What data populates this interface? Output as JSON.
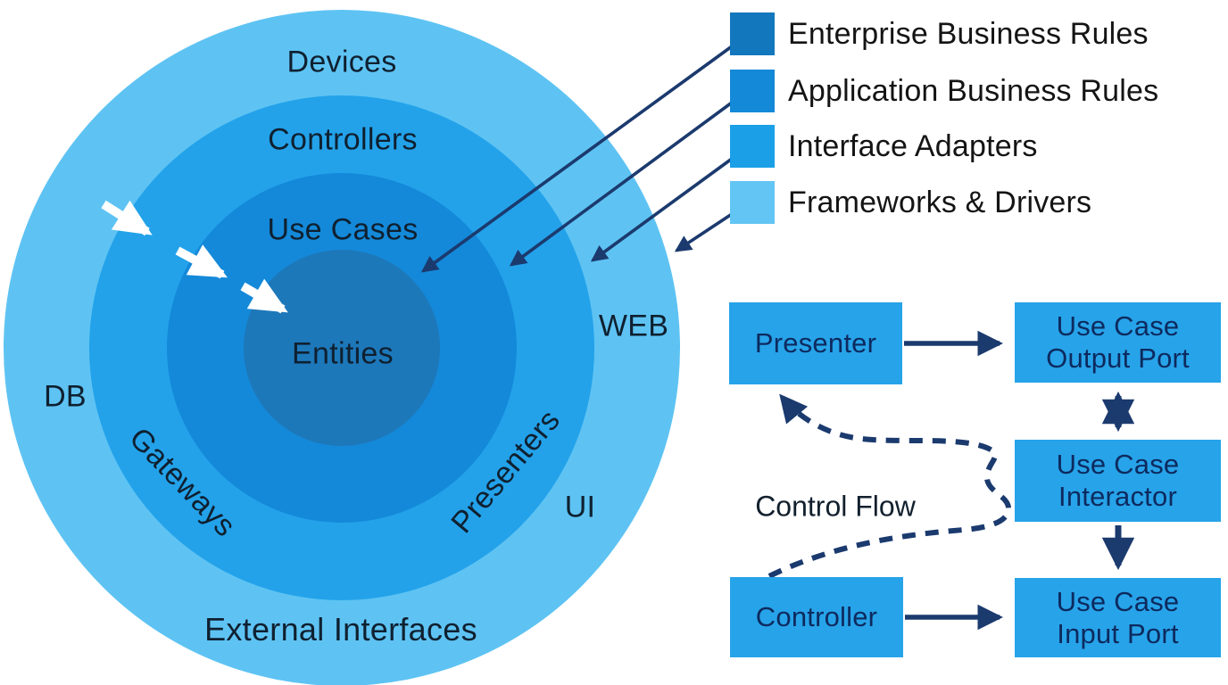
{
  "colors": {
    "arrow_navy": "#1b3a6e",
    "flow_box_fill": "#27a3e9",
    "flow_box_text": "#0d2a5e",
    "onion_label_text": "#0f2030",
    "inward_arrow": "#ffffff"
  },
  "legend": {
    "items": [
      {
        "label": "Enterprise Business Rules",
        "color": "#1377bd"
      },
      {
        "label": "Application Business Rules",
        "color": "#1389d8"
      },
      {
        "label": "Interface Adapters",
        "color": "#1ba0e8"
      },
      {
        "label": "Frameworks & Drivers",
        "color": "#63c5f3"
      }
    ]
  },
  "onion": {
    "layers": [
      {
        "name": "frameworks-drivers-ring",
        "color": "#5ec3f3"
      },
      {
        "name": "interface-adapters-ring",
        "color": "#23a2ea"
      },
      {
        "name": "application-business-rules-ring",
        "color": "#1489d9"
      },
      {
        "name": "enterprise-business-rules-core",
        "color": "#1d78ba"
      }
    ],
    "labels": {
      "devices": "Devices",
      "controllers": "Controllers",
      "use_cases": "Use Cases",
      "entities": "Entities",
      "db": "DB",
      "gateways": "Gateways",
      "presenters": "Presenters",
      "ui": "UI",
      "web": "WEB",
      "external_interfaces": "External Interfaces"
    }
  },
  "flow": {
    "nodes": {
      "presenter": "Presenter",
      "output_port": "Use Case\nOutput Port",
      "interactor": "Use Case\nInteractor",
      "input_port": "Use Case\nInput Port",
      "controller": "Controller"
    },
    "control_flow_label": "Control Flow"
  }
}
